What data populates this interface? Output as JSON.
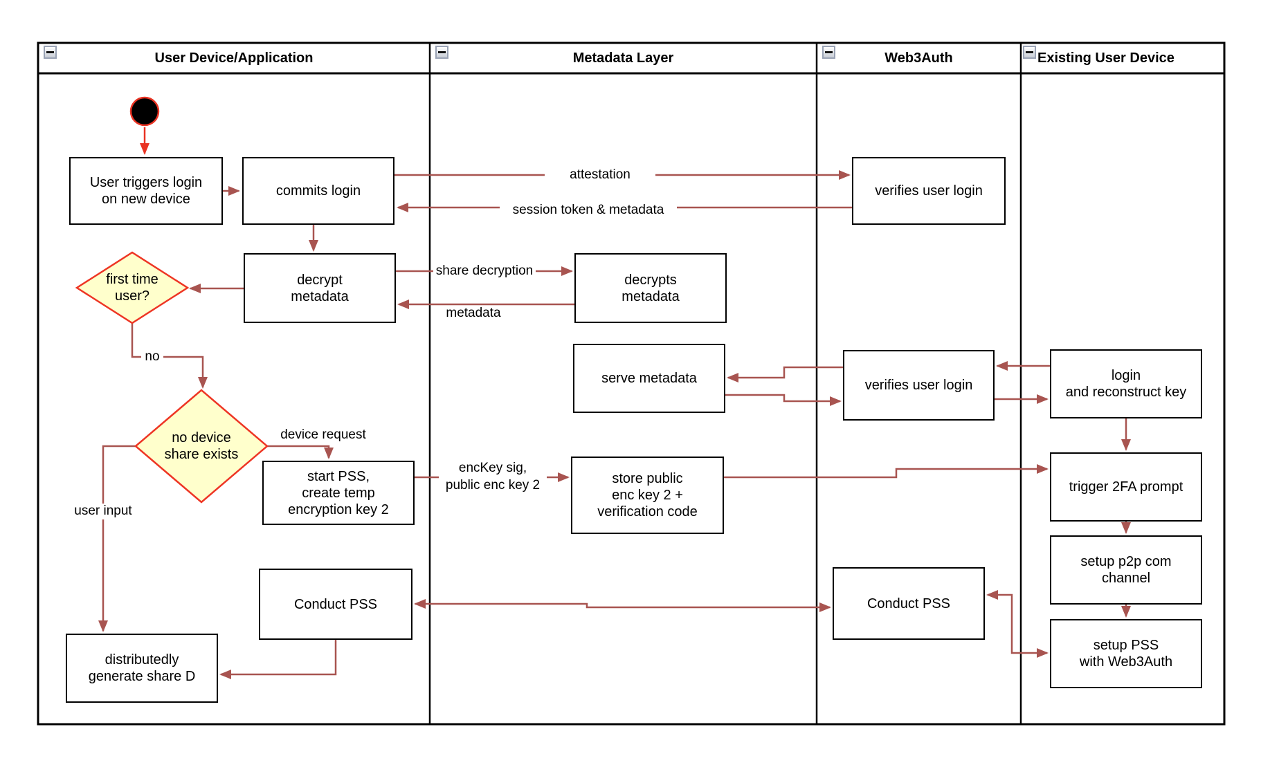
{
  "colors": {
    "edge": "#A85450",
    "start_edge": "#E93323",
    "decision_fill": "#FFFFCC",
    "decision_stroke": "#EE3524",
    "node_border": "#000000",
    "start_node_fill": "#000000"
  },
  "lanes": {
    "lane1": {
      "title": "User Device/Application"
    },
    "lane2": {
      "title": "Metadata Layer"
    },
    "lane3": {
      "title": "Web3Auth"
    },
    "lane4": {
      "title": "Existing User Device"
    }
  },
  "nodes": {
    "user_triggers": {
      "label": "User triggers login\non new device"
    },
    "commits_login": {
      "label": "commits login"
    },
    "decrypt_metadata": {
      "label": "decrypt\nmetadata"
    },
    "decrypts_metadata": {
      "label": "decrypts\nmetadata"
    },
    "serve_metadata": {
      "label": "serve metadata"
    },
    "store_public": {
      "label": "store public\nenc key 2 +\nverification code"
    },
    "start_pss": {
      "label": "start PSS,\ncreate temp\nencryption key 2"
    },
    "conduct_pss_user": {
      "label": "Conduct PSS"
    },
    "generate_share": {
      "label": "distributedly\ngenerate share D"
    },
    "verifies_login_top": {
      "label": "verifies user login"
    },
    "verifies_login_mid": {
      "label": "verifies user login"
    },
    "conduct_pss_web3": {
      "label": "Conduct PSS"
    },
    "login_reconstruct": {
      "label": "login\nand reconstruct key"
    },
    "trigger_2fa": {
      "label": "trigger 2FA prompt"
    },
    "setup_p2p": {
      "label": "setup p2p com\nchannel"
    },
    "setup_pss": {
      "label": "setup PSS\nwith Web3Auth"
    }
  },
  "decisions": {
    "first_time": {
      "label": "first time\nuser?"
    },
    "no_device_share": {
      "label": "no device\nshare exists"
    }
  },
  "edge_labels": {
    "attestation": "attestation",
    "session_token": "session token & metadata",
    "share_decryption": "share decryption",
    "metadata": "metadata",
    "no": "no",
    "device_request": "device request",
    "user_input": "user input",
    "enckey": "encKey sig,\npublic enc key 2"
  }
}
